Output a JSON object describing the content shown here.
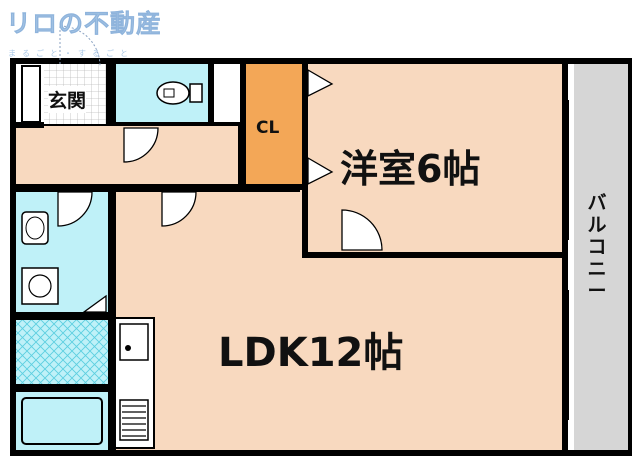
{
  "logo": {
    "main": "リロの不動産",
    "sub": "まるごと・するごと"
  },
  "rooms": {
    "genkan": "玄関",
    "closet": "CL",
    "western_room": "洋室6帖",
    "ldk": "LDK12帖",
    "balcony": "バルコニー"
  },
  "colors": {
    "room_fill": "#f8d9bf",
    "closet_fill": "#f3a757",
    "wet_fill": "#bff1f8",
    "balcony_fill": "#d6d6d6",
    "wall": "#000000"
  }
}
